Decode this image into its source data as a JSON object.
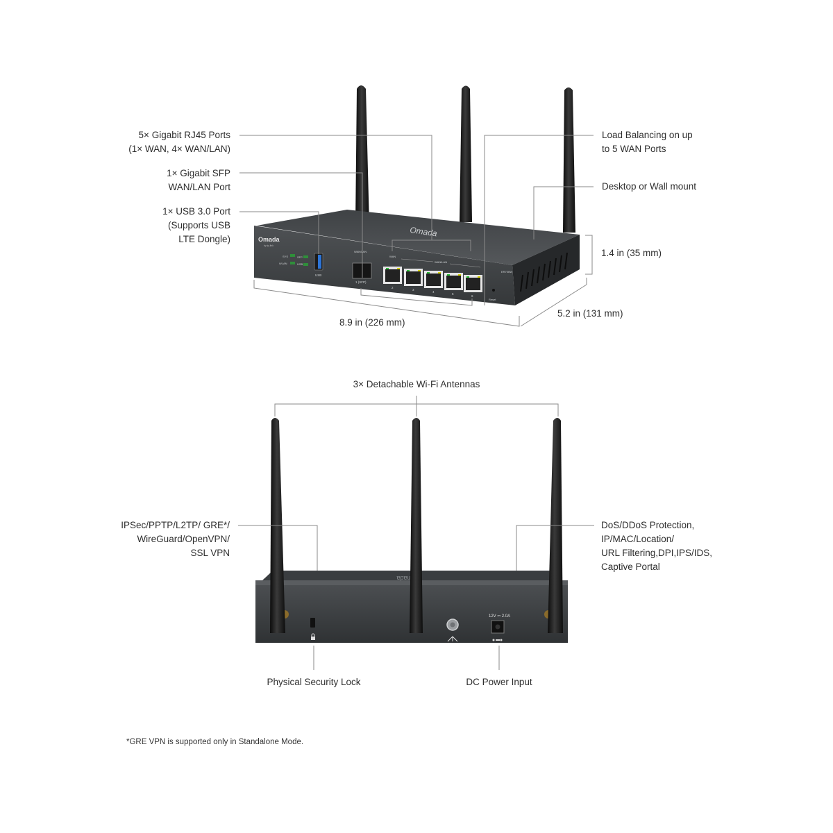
{
  "colors": {
    "line": "#8a8a8a",
    "chassis_dark": "#2c2e30",
    "chassis_mid": "#3b3e41",
    "chassis_top": "#4a4d50",
    "antenna": "#151515",
    "led": "#2f8f3a",
    "led_yellow": "#d8d400",
    "usb_blue": "#2d74d6"
  },
  "top_view": {
    "callouts_left": [
      {
        "lines": [
          "5× Gigabit RJ45 Ports",
          "(1× WAN, 4× WAN/LAN)"
        ]
      },
      {
        "lines": [
          "1× Gigabit SFP",
          "WAN/LAN Port"
        ]
      },
      {
        "lines": [
          "1× USB 3.0 Port",
          "(Supports USB",
          "LTE Dongle)"
        ]
      }
    ],
    "callouts_right": [
      {
        "lines": [
          "Load Balancing on up",
          "to 5 WAN Ports"
        ]
      },
      {
        "lines": [
          "Desktop or  Wall mount"
        ]
      }
    ],
    "dimensions": {
      "height": "1.4 in (35 mm)",
      "width": "8.9 in (226 mm)",
      "depth": "5.2 in (131 mm)"
    },
    "device_labels": {
      "brand": "Omada",
      "brand_sub": "by tp-link",
      "top_logo": "Omada",
      "leds": [
        "SYS",
        "SFP",
        "WLAN",
        "USB"
      ],
      "usb": "USB",
      "sfp_header": "WAN/LAN",
      "sfp_port": "1 (SFP)",
      "wan_header": "WAN",
      "wanlan_header": "WAN/LAN",
      "port_numbers": [
        "2",
        "3",
        "4",
        "5",
        "6"
      ],
      "model": "ER706W",
      "reset": "Reset"
    }
  },
  "rear_view": {
    "callout_top": "3× Detachable Wi-Fi Antennas",
    "callout_left": {
      "lines": [
        "IPSec/PPTP/L2TP/ GRE*/",
        "WireGuard/OpenVPN/",
        "SSL VPN"
      ]
    },
    "callout_right": {
      "lines": [
        "DoS/DDoS Protection,",
        "IP/MAC/Location/",
        "URL Filtering,DPI,IPS/IDS,",
        "Captive Portal"
      ]
    },
    "callout_lock": "Physical Security Lock",
    "callout_power": "DC Power Input",
    "power_rating": "12V ⎓ 2.0A"
  },
  "footnote": "*GRE VPN is supported only in Standalone Mode."
}
